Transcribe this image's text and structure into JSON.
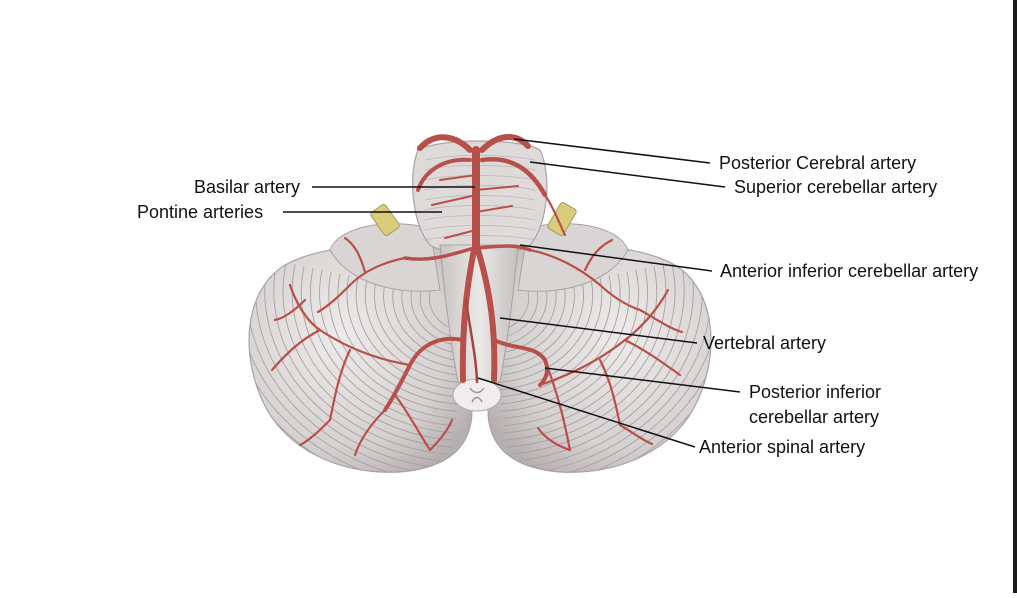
{
  "labels": {
    "posterior_cerebral": "Posterior Cerebral artery",
    "superior_cerebellar": "Superior cerebellar artery",
    "basilar": "Basilar artery",
    "pontine": "Pontine arteries",
    "aica": "Anterior inferior cerebellar artery",
    "vertebral": "Vertebral artery",
    "pica_line1": "Posterior inferior",
    "pica_line2": "cerebellar artery",
    "anterior_spinal": "Anterior spinal artery"
  },
  "colors": {
    "artery": "#b8504a",
    "artery_dark": "#8e3631",
    "cerebellum": "#dcd8d8",
    "cerebellum_shade": "#b9b3b3",
    "folia_line": "#a7a0a0",
    "nerve": "#d9cc7a",
    "leader_line": "#111111"
  }
}
